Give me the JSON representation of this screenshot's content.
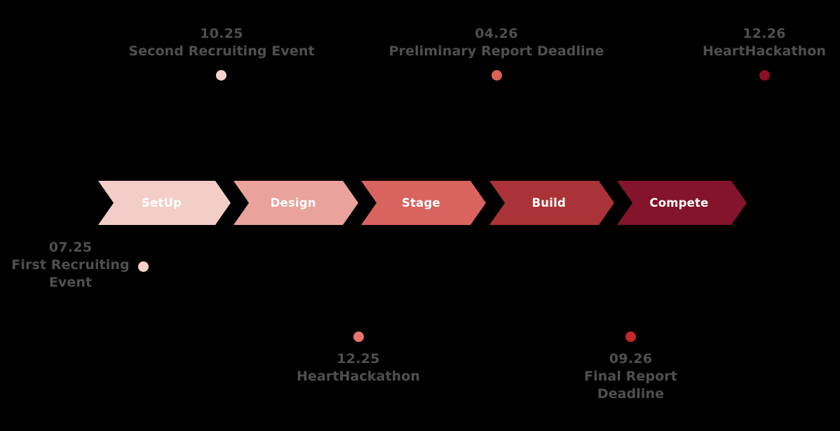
{
  "background_color": "#000000",
  "text_color": "#4f4f4f",
  "phase_label_color": "#ffffff",
  "process": {
    "steps": [
      {
        "label": "SetUp",
        "color": "#f3cdc8"
      },
      {
        "label": "Design",
        "color": "#e9a29c"
      },
      {
        "label": "Stage",
        "color": "#d9635f"
      },
      {
        "label": "Build",
        "color": "#a93336"
      },
      {
        "label": "Compete",
        "color": "#83142c"
      }
    ]
  },
  "milestones": [
    {
      "id": "second-recruiting-event",
      "date": "10.25",
      "title": "Second Recruiting Event",
      "dot_color": "#f6d0cb",
      "position": "above"
    },
    {
      "id": "preliminary-report-deadline",
      "date": "04.26",
      "title": "Preliminary Report Deadline",
      "dot_color": "#dd6057",
      "position": "above"
    },
    {
      "id": "hearthackathon-1226",
      "date": "12.26",
      "title": "HeartHackathon",
      "dot_color": "#8c0f26",
      "position": "above"
    },
    {
      "id": "first-recruiting-event",
      "date": "07.25",
      "title": "First Recruiting Event",
      "dot_color": "#f7cfc9",
      "position": "below-left"
    },
    {
      "id": "hearthackathon-1225",
      "date": "12.25",
      "title": "HeartHackathon",
      "dot_color": "#e8736c",
      "position": "below"
    },
    {
      "id": "final-report-deadline",
      "date": "09.26",
      "title": "Final Report Deadline",
      "dot_color": "#c4272c",
      "position": "below"
    }
  ]
}
